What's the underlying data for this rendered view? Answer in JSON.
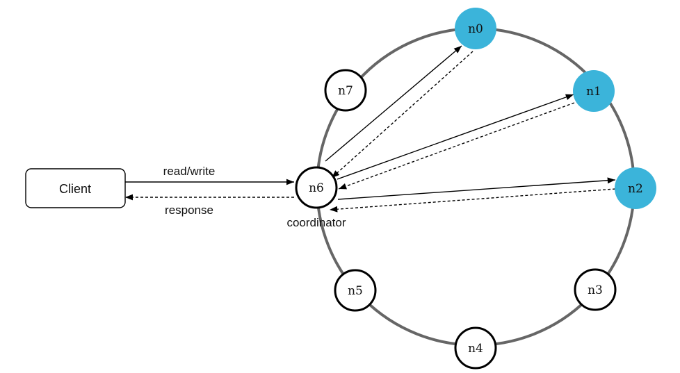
{
  "colors": {
    "highlight": "#3bb4da",
    "ring": "#666666"
  },
  "client": {
    "label": "Client"
  },
  "client_link": {
    "request_label": "read/write",
    "response_label": "response"
  },
  "coordinator": {
    "role_label": "coordinator"
  },
  "nodes": {
    "n0": {
      "label": "n0",
      "highlighted": true
    },
    "n1": {
      "label": "n1",
      "highlighted": true
    },
    "n2": {
      "label": "n2",
      "highlighted": true
    },
    "n3": {
      "label": "n3",
      "highlighted": false
    },
    "n4": {
      "label": "n4",
      "highlighted": false
    },
    "n5": {
      "label": "n5",
      "highlighted": false
    },
    "n6": {
      "label": "n6",
      "highlighted": false
    },
    "n7": {
      "label": "n7",
      "highlighted": false
    }
  }
}
